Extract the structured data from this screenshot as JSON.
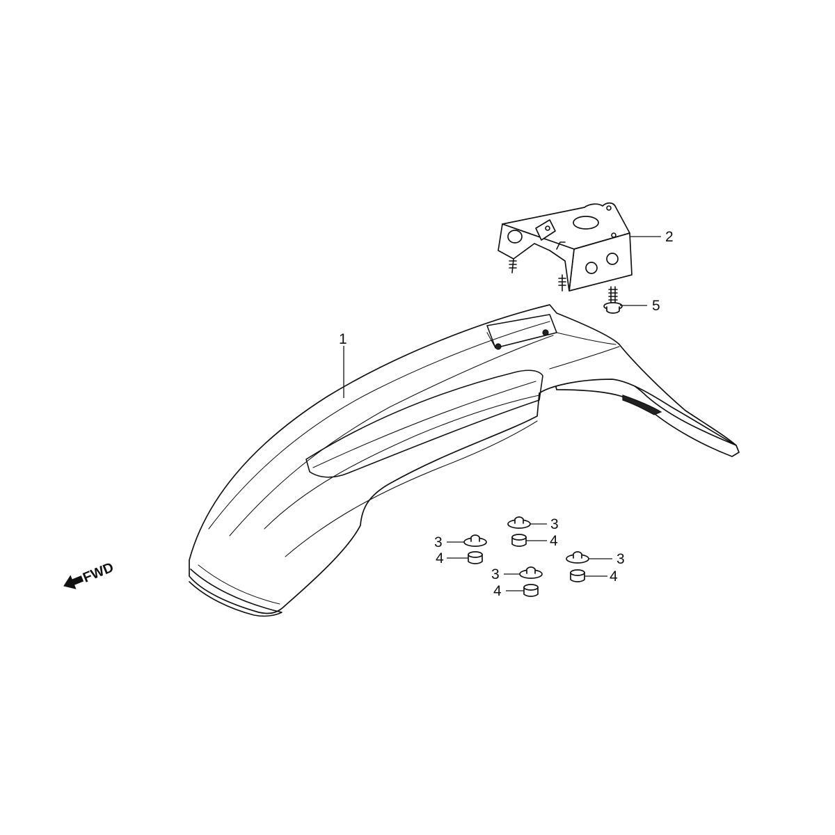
{
  "diagram": {
    "forward_indicator": {
      "label": "FWD",
      "icon": "forward-arrow-icon"
    },
    "parts": [
      {
        "id": "fender",
        "callout": "1"
      },
      {
        "id": "stay",
        "callout": "2"
      },
      {
        "id": "collar",
        "callout": "3"
      },
      {
        "id": "nut",
        "callout": "4"
      },
      {
        "id": "bolt",
        "callout": "5"
      }
    ],
    "callouts": {
      "c1": "1",
      "c2": "2",
      "c3a": "3",
      "c3b": "3",
      "c3c": "3",
      "c3d": "3",
      "c4a": "4",
      "c4b": "4",
      "c4c": "4",
      "c4d": "4",
      "c5": "5"
    }
  }
}
